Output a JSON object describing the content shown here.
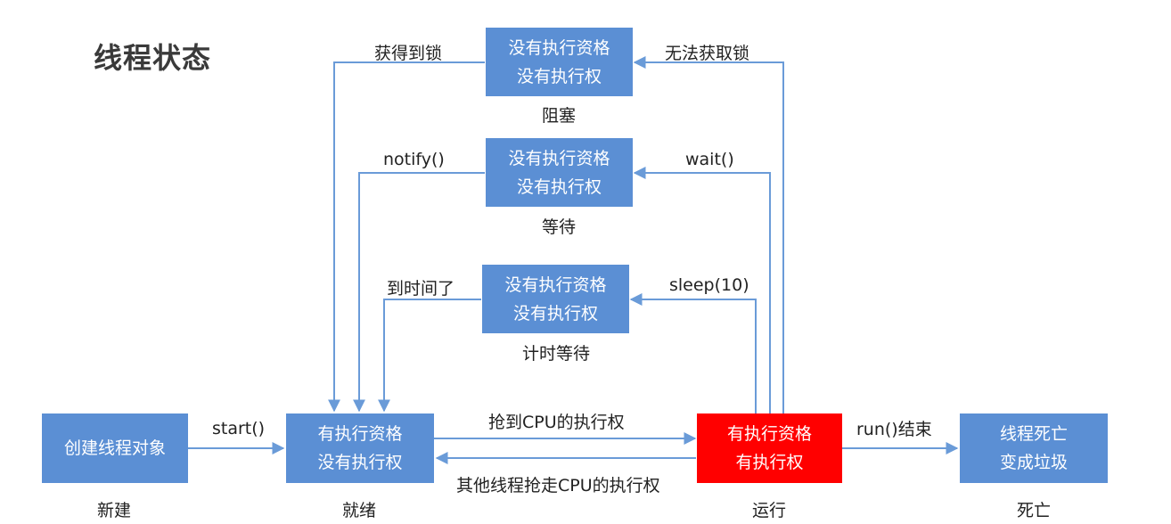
{
  "title": "线程状态",
  "colors": {
    "box_blue": "#5b8fd4",
    "box_red": "#ff0000",
    "arrow": "#6a9bd8"
  },
  "states": {
    "new": {
      "box": "创建线程对象",
      "label": "新建"
    },
    "ready": {
      "line1": "有执行资格",
      "line2": "没有执行权",
      "label": "就绪"
    },
    "running": {
      "line1": "有执行资格",
      "line2": "有执行权",
      "label": "运行"
    },
    "dead": {
      "line1": "线程死亡",
      "line2": "变成垃圾",
      "label": "死亡"
    },
    "blocked": {
      "line1": "没有执行资格",
      "line2": "没有执行权",
      "label": "阻塞"
    },
    "waiting": {
      "line1": "没有执行资格",
      "line2": "没有执行权",
      "label": "等待"
    },
    "timed_waiting": {
      "line1": "没有执行资格",
      "line2": "没有执行权",
      "label": "计时等待"
    }
  },
  "transitions": {
    "start": "start()",
    "grab_cpu": "抢到CPU的执行权",
    "lose_cpu": "其他线程抢走CPU的执行权",
    "run_end": "run()结束",
    "cant_get_lock": "无法获取锁",
    "got_lock": "获得到锁",
    "wait": "wait()",
    "notify": "notify()",
    "sleep": "sleep(10)",
    "time_up": "到时间了"
  }
}
